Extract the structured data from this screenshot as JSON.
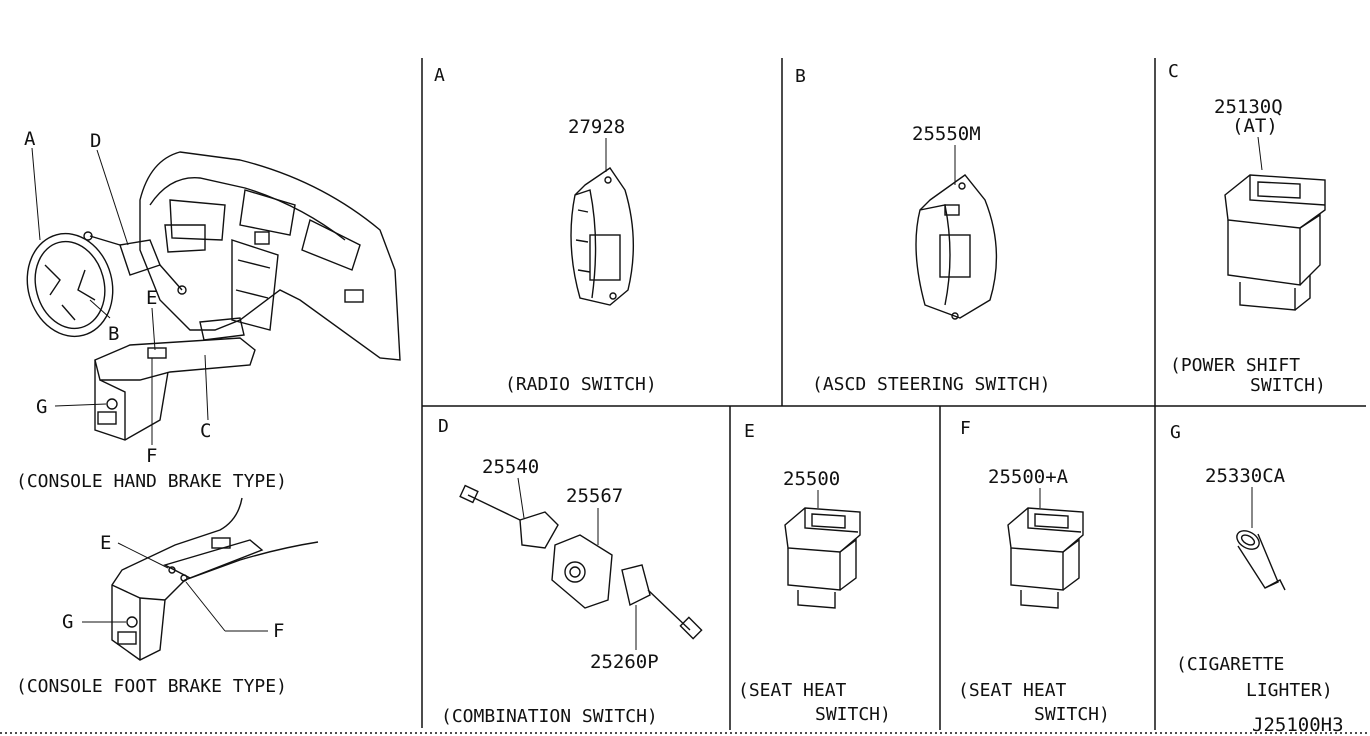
{
  "overview": {
    "callouts": {
      "a": "A",
      "b": "B",
      "c": "C",
      "d": "D",
      "e": "E",
      "f": "F",
      "g": "G"
    },
    "caption_hand_brake": "(CONSOLE HAND BRAKE TYPE)",
    "foot_callouts": {
      "e": "E",
      "f": "F",
      "g": "G"
    },
    "caption_foot_brake": "(CONSOLE FOOT BRAKE TYPE)"
  },
  "panels": {
    "a": {
      "letter": "A",
      "part_number": "27928",
      "caption": "(RADIO SWITCH)"
    },
    "b": {
      "letter": "B",
      "part_number": "25550M",
      "caption": "(ASCD STEERING SWITCH)"
    },
    "c": {
      "letter": "C",
      "part_number": "25130Q",
      "part_note": "(AT)",
      "caption_line1": "(POWER SHIFT",
      "caption_line2": "SWITCH)"
    },
    "d": {
      "letter": "D",
      "part_numbers": [
        "25540",
        "25567",
        "25260P"
      ],
      "caption": "(COMBINATION  SWITCH)"
    },
    "e": {
      "letter": "E",
      "part_number": "25500",
      "caption_line1": "(SEAT HEAT",
      "caption_line2": "SWITCH)"
    },
    "f": {
      "letter": "F",
      "part_number": "25500+A",
      "caption_line1": "(SEAT HEAT",
      "caption_line2": "SWITCH)"
    },
    "g": {
      "letter": "G",
      "part_number": "25330CA",
      "caption_line1": "(CIGARETTE",
      "caption_line2": "LIGHTER)"
    }
  },
  "diagram_code": "J25100H3"
}
